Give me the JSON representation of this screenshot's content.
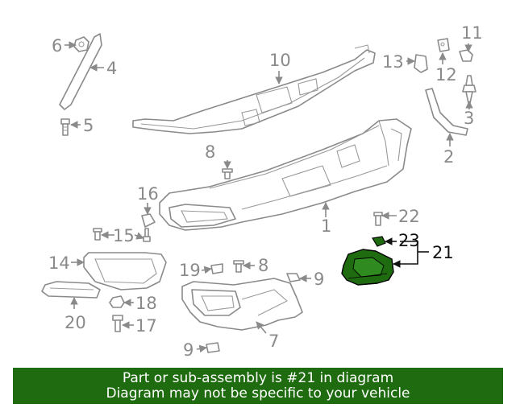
{
  "callouts": {
    "c1": "1",
    "c2": "2",
    "c3": "3",
    "c4": "4",
    "c5": "5",
    "c6": "6",
    "c7": "7",
    "c8a": "8",
    "c8b": "8",
    "c9a": "9",
    "c9b": "9",
    "c10": "10",
    "c11": "11",
    "c12": "12",
    "c13": "13",
    "c14": "14",
    "c15": "15",
    "c16": "16",
    "c17": "17",
    "c18": "18",
    "c19": "19",
    "c20": "20",
    "c21": "21",
    "c22": "22",
    "c23": "23"
  },
  "highlight_color": "#1f6b0f",
  "banner": {
    "line1": "Part or sub-assembly is #21 in diagram",
    "line2": "Diagram may not be specific to your vehicle"
  }
}
